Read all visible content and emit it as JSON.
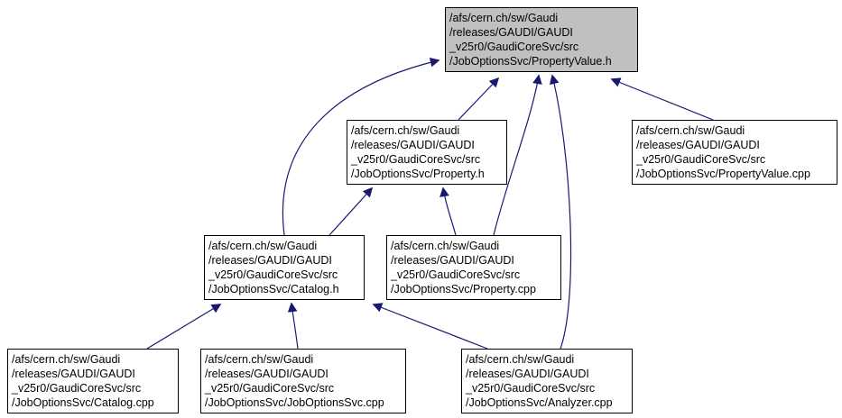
{
  "graph": {
    "colors": {
      "background": "#ffffff",
      "edge": "#191970",
      "node_border": "#000000",
      "node_fill": "#ffffff",
      "highlight_fill": "#c0c0c0",
      "text": "#000000"
    },
    "nodes": [
      {
        "id": "propertyvalue_h",
        "highlighted": true,
        "lines": [
          "/afs/cern.ch/sw/Gaudi",
          "/releases/GAUDI/GAUDI",
          "_v25r0/GaudiCoreSvc/src",
          "/JobOptionsSvc/PropertyValue.h"
        ]
      },
      {
        "id": "property_h",
        "highlighted": false,
        "lines": [
          "/afs/cern.ch/sw/Gaudi",
          "/releases/GAUDI/GAUDI",
          "_v25r0/GaudiCoreSvc/src",
          "/JobOptionsSvc/Property.h"
        ]
      },
      {
        "id": "propertyvalue_cpp",
        "highlighted": false,
        "lines": [
          "/afs/cern.ch/sw/Gaudi",
          "/releases/GAUDI/GAUDI",
          "_v25r0/GaudiCoreSvc/src",
          "/JobOptionsSvc/PropertyValue.cpp"
        ]
      },
      {
        "id": "catalog_h",
        "highlighted": false,
        "lines": [
          "/afs/cern.ch/sw/Gaudi",
          "/releases/GAUDI/GAUDI",
          "_v25r0/GaudiCoreSvc/src",
          "/JobOptionsSvc/Catalog.h"
        ]
      },
      {
        "id": "property_cpp",
        "highlighted": false,
        "lines": [
          "/afs/cern.ch/sw/Gaudi",
          "/releases/GAUDI/GAUDI",
          "_v25r0/GaudiCoreSvc/src",
          "/JobOptionsSvc/Property.cpp"
        ]
      },
      {
        "id": "catalog_cpp",
        "highlighted": false,
        "lines": [
          "/afs/cern.ch/sw/Gaudi",
          "/releases/GAUDI/GAUDI",
          "_v25r0/GaudiCoreSvc/src",
          "/JobOptionsSvc/Catalog.cpp"
        ]
      },
      {
        "id": "joboptionssvc_cpp",
        "highlighted": false,
        "lines": [
          "/afs/cern.ch/sw/Gaudi",
          "/releases/GAUDI/GAUDI",
          "_v25r0/GaudiCoreSvc/src",
          "/JobOptionsSvc/JobOptionsSvc.cpp"
        ]
      },
      {
        "id": "analyzer_cpp",
        "highlighted": false,
        "lines": [
          "/afs/cern.ch/sw/Gaudi",
          "/releases/GAUDI/GAUDI",
          "_v25r0/GaudiCoreSvc/src",
          "/JobOptionsSvc/Analyzer.cpp"
        ]
      }
    ],
    "edges": [
      {
        "from": "property_h",
        "to": "propertyvalue_h"
      },
      {
        "from": "propertyvalue_cpp",
        "to": "propertyvalue_h"
      },
      {
        "from": "catalog_h",
        "to": "propertyvalue_h"
      },
      {
        "from": "property_cpp",
        "to": "propertyvalue_h"
      },
      {
        "from": "analyzer_cpp",
        "to": "propertyvalue_h"
      },
      {
        "from": "catalog_h",
        "to": "property_h"
      },
      {
        "from": "property_cpp",
        "to": "property_h"
      },
      {
        "from": "catalog_cpp",
        "to": "catalog_h"
      },
      {
        "from": "joboptionssvc_cpp",
        "to": "catalog_h"
      },
      {
        "from": "analyzer_cpp",
        "to": "catalog_h"
      }
    ]
  }
}
